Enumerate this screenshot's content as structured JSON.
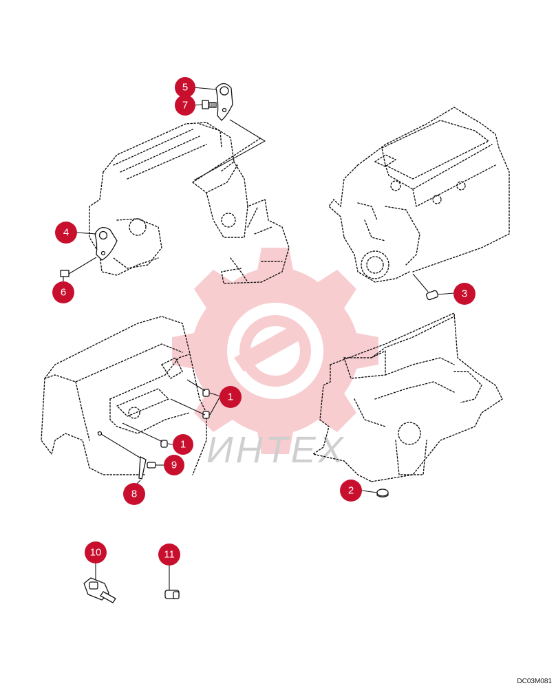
{
  "watermark": {
    "text": "ИНТЕХ",
    "color": "#f7c8cc"
  },
  "drawing_code": "DC03M081",
  "callout_color": "#c8102e",
  "callouts": [
    {
      "id": "c5",
      "label": "5"
    },
    {
      "id": "c7",
      "label": "7"
    },
    {
      "id": "c4",
      "label": "4"
    },
    {
      "id": "c6",
      "label": "6"
    },
    {
      "id": "c3",
      "label": "3"
    },
    {
      "id": "c1a",
      "label": "1"
    },
    {
      "id": "c1b",
      "label": "1"
    },
    {
      "id": "c9",
      "label": "9"
    },
    {
      "id": "c8",
      "label": "8"
    },
    {
      "id": "c2",
      "label": "2"
    },
    {
      "id": "c10",
      "label": "10"
    },
    {
      "id": "c11",
      "label": "11"
    }
  ]
}
